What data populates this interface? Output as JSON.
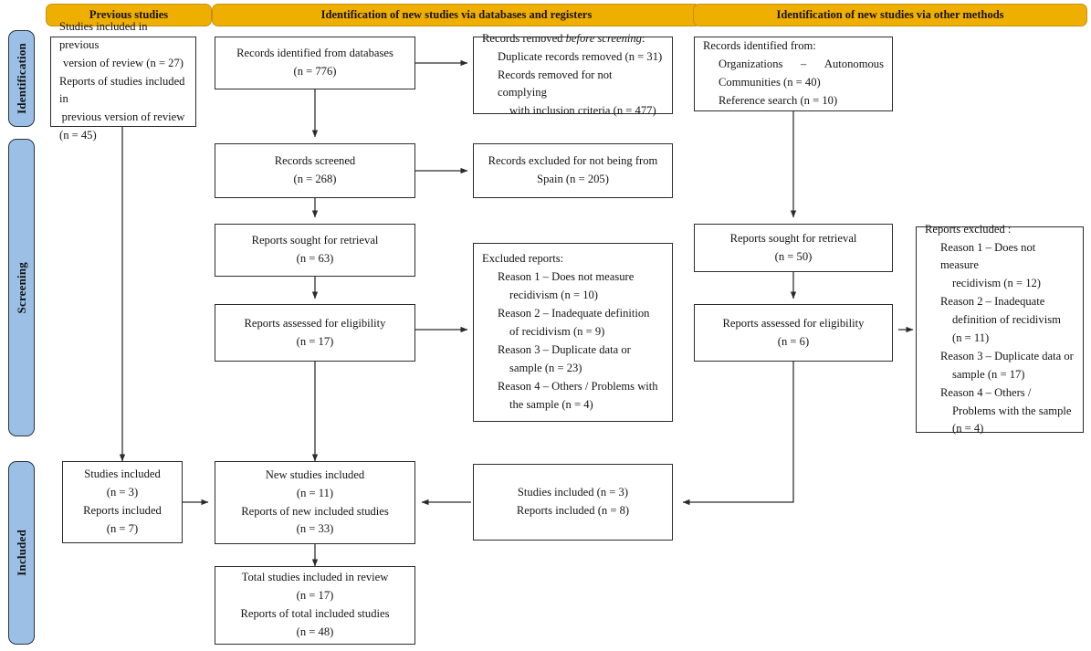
{
  "diagram": {
    "title": "PRISMA 2020 flow diagram for updated systematic reviews",
    "colors": {
      "header_fill": "#EFAF00",
      "header_border": "#C98F12",
      "rail_fill": "#9CC0E5",
      "rail_border": "#2A3342",
      "node_border": "#2B2B2B",
      "connector": "#2B2B2B",
      "page_background": "#FFFFFF"
    }
  },
  "headers": [
    {
      "id": "previous",
      "label": "Previous studies"
    },
    {
      "id": "databases",
      "label": "Identification of new studies via databases and registers"
    },
    {
      "id": "other",
      "label": "Identification of new studies via other methods"
    }
  ],
  "stages": [
    {
      "id": "identification",
      "label": "Identification"
    },
    {
      "id": "screening",
      "label": "Screening"
    },
    {
      "id": "included",
      "label": "Included"
    }
  ],
  "nodes": {
    "previous_studies": {
      "name": "previous-studies-box",
      "lines": [
        "Studies included in previous",
        "version of review (n = 27)",
        "Reports of studies included in",
        "previous version of review",
        "(n = 45)"
      ]
    },
    "records_identified_databases": {
      "name": "records-identified-databases-box",
      "lines": [
        "Records identified from databases",
        "(n = 776)"
      ]
    },
    "records_removed": {
      "name": "records-removed-before-screening-box",
      "lines": [
        "Records removed before screening:",
        "Duplicate records removed (n = 31)",
        "Records removed for not complying",
        "with inclusion criteria (n = 477)"
      ],
      "title_plain": "Records removed ",
      "title_italic": "before screening",
      "title_tail": ":"
    },
    "records_screened": {
      "name": "records-screened-box",
      "lines": [
        "Records screened",
        "(n = 268)"
      ]
    },
    "records_excluded_spain": {
      "name": "records-excluded-spain-box",
      "lines": [
        "Records excluded for not being from",
        "Spain (n = 205)"
      ]
    },
    "reports_sought_db": {
      "name": "reports-sought-for-retrieval-databases-box",
      "lines": [
        "Reports sought for retrieval",
        "(n = 63)"
      ]
    },
    "reports_assessed_db": {
      "name": "reports-assessed-for-eligibility-databases-box",
      "lines": [
        "Reports assessed for eligibility",
        "(n = 17)"
      ]
    },
    "excluded_reports_db": {
      "name": "excluded-reports-databases-box",
      "heading": "Excluded reports:",
      "lines": [
        "Reason 1 – Does not measure",
        "recidivism (n = 10)",
        "Reason 2 – Inadequate definition",
        "of recidivism (n = 9)",
        "Reason 3 – Duplicate data or",
        "sample (n = 23)",
        "Reason 4 – Others / Problems with",
        "the sample (n = 4)"
      ]
    },
    "records_identified_other": {
      "name": "records-identified-other-methods-box",
      "heading": "Records identified from:",
      "org_left": "Organizations",
      "org_dash": "–",
      "org_right": "Autonomous",
      "lines": [
        "Communities (n = 40)",
        "Reference search (n = 10)"
      ]
    },
    "reports_sought_other": {
      "name": "reports-sought-for-retrieval-other-box",
      "lines": [
        "Reports sought for retrieval",
        "(n = 50)"
      ]
    },
    "reports_assessed_other": {
      "name": "reports-assessed-for-eligibility-other-box",
      "lines": [
        "Reports assessed for eligibility",
        "(n = 6)"
      ]
    },
    "reports_excluded_other": {
      "name": "reports-excluded-other-box",
      "heading": "Reports excluded :",
      "lines": [
        "Reason 1 – Does not measure",
        "recidivism (n = 12)",
        "Reason 2 – Inadequate",
        "definition of recidivism",
        "(n = 11)",
        "Reason 3 – Duplicate data or",
        "sample (n = 17)",
        "Reason 4 – Others /",
        "Problems with the sample",
        "(n = 4)"
      ]
    },
    "studies_included_prev": {
      "name": "studies-included-previous-box",
      "lines": [
        "Studies included",
        "(n = 3)",
        "Reports included",
        "(n = 7)"
      ]
    },
    "new_studies_included": {
      "name": "new-studies-included-box",
      "lines": [
        "New studies included",
        "(n = 11)",
        "Reports of new included studies",
        "(n = 33)"
      ]
    },
    "studies_included_other": {
      "name": "studies-included-other-box",
      "lines": [
        "Studies included (n = 3)",
        "Reports included (n = 8)"
      ]
    },
    "total_studies": {
      "name": "total-studies-included-box",
      "lines": [
        "Total studies included in review",
        "(n = 17)",
        "Reports of total included studies",
        "(n = 48)"
      ]
    }
  }
}
